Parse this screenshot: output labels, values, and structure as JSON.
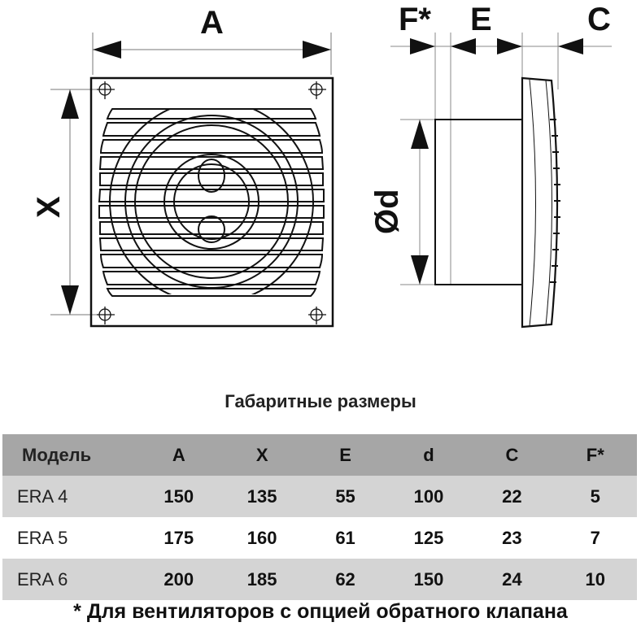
{
  "drawing": {
    "front_view": {
      "dimension_labels": {
        "width": "A",
        "height": "X"
      }
    },
    "side_view": {
      "dimension_labels": {
        "f": "F*",
        "e": "E",
        "c": "C",
        "diameter": "Ød"
      }
    }
  },
  "table": {
    "title": "Габаритные размеры",
    "header_bg": "#a6a6a6",
    "row_bg": "#d4d4d4",
    "columns": [
      "Модель",
      "A",
      "X",
      "E",
      "d",
      "C",
      "F*"
    ],
    "rows": [
      {
        "model": "ERA 4",
        "A": "150",
        "X": "135",
        "E": "55",
        "d": "100",
        "C": "22",
        "F": "5"
      },
      {
        "model": "ERA 5",
        "A": "175",
        "X": "160",
        "E": "61",
        "d": "125",
        "C": "23",
        "F": "7"
      },
      {
        "model": "ERA 6",
        "A": "200",
        "X": "185",
        "E": "62",
        "d": "150",
        "C": "24",
        "F": "10"
      }
    ],
    "footnote": "* Для вентиляторов с опцией обратного клапана"
  }
}
